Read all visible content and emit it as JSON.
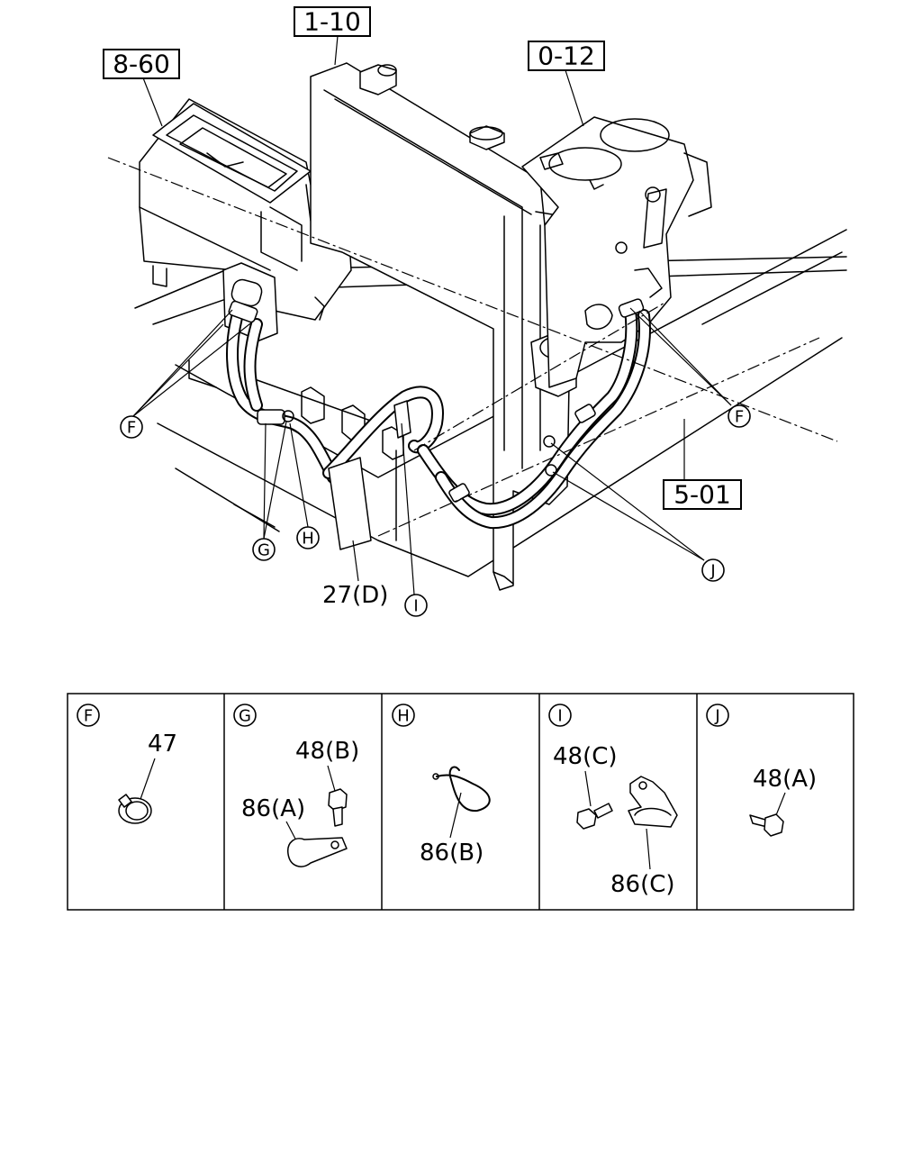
{
  "references": {
    "heater": "8-60",
    "radiator": "1-10",
    "engine": "0-12",
    "frame": "5-01"
  },
  "callouts": {
    "f_left": "F",
    "f_right": "F",
    "g": "G",
    "h": "H",
    "i": "I",
    "j": "J"
  },
  "main_labels": {
    "hose_27d": "27(D)"
  },
  "detail_panels": [
    {
      "key": "F",
      "parts": {
        "clamp": "47"
      }
    },
    {
      "key": "G",
      "parts": {
        "bolt": "48(B)",
        "clip": "86(A)"
      }
    },
    {
      "key": "H",
      "parts": {
        "clip": "86(B)"
      }
    },
    {
      "key": "I",
      "parts": {
        "bolt": "48(C)",
        "bracket": "86(C)"
      }
    },
    {
      "key": "J",
      "parts": {
        "bolt": "48(A)"
      }
    }
  ]
}
